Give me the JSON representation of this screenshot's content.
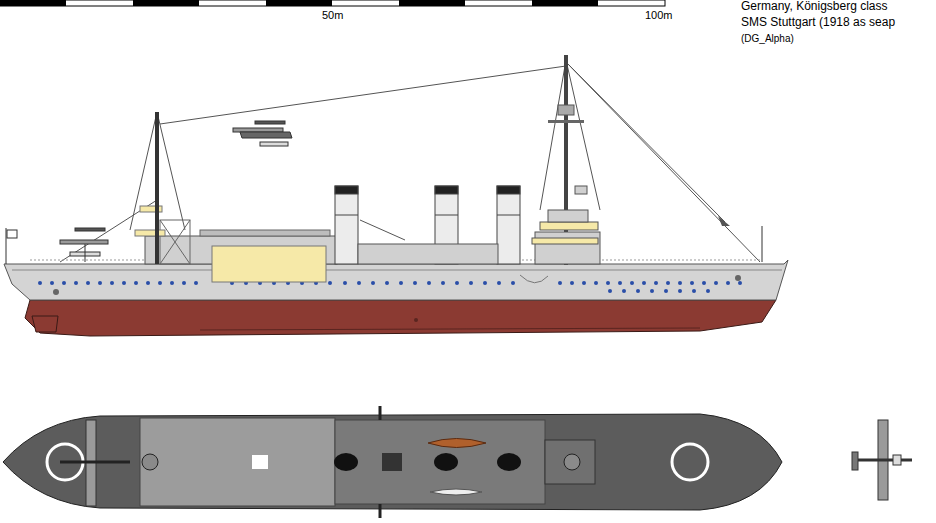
{
  "diagram": {
    "labels": [
      "50m",
      "100m",
      "Germany, Königsberg class",
      "SMS Stuttgart (1918 as seap",
      "(DG_Alpha)"
    ]
  }
}
